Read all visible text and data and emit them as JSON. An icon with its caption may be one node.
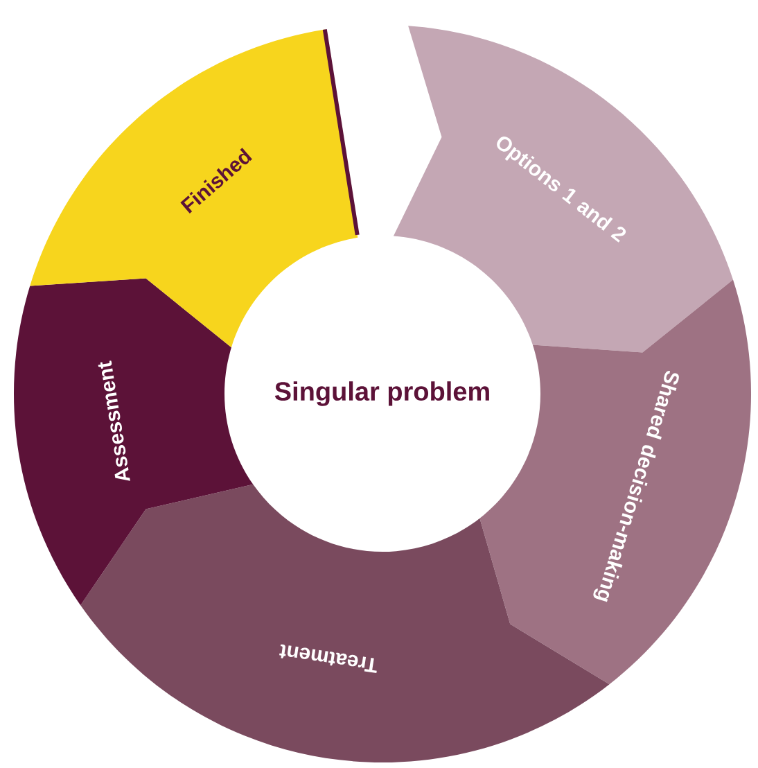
{
  "diagram": {
    "nodes": [
      {
        "text": [
          "Singular problem"
        ]
      },
      {
        "text": [
          "Options 1 and 2"
        ]
      },
      {
        "text": [
          "Shared decision-making"
        ]
      },
      {
        "text": [
          "Treatment"
        ]
      },
      {
        "text": [
          "Assessment"
        ]
      },
      {
        "text": [
          "Finished"
        ]
      }
    ]
  }
}
